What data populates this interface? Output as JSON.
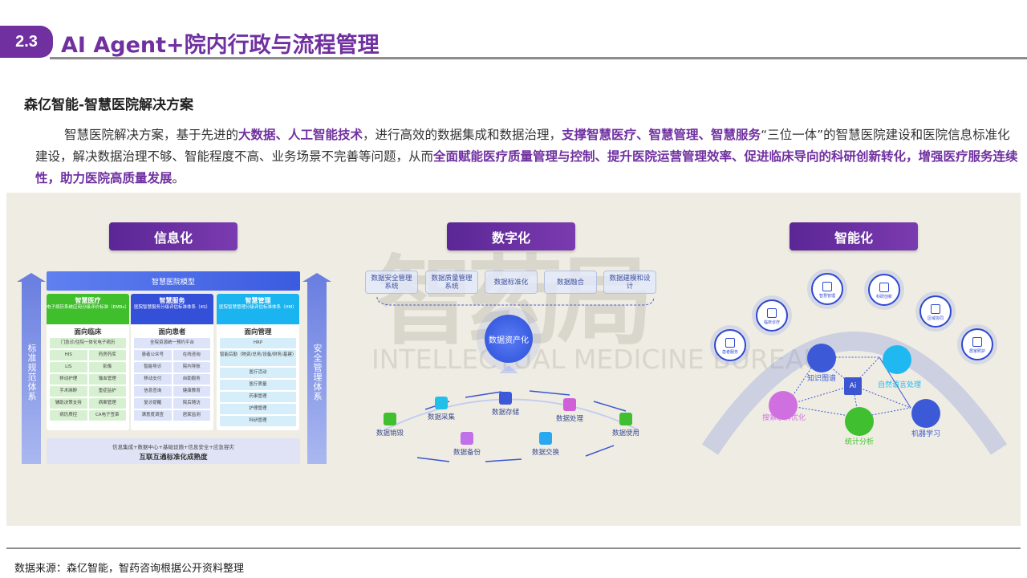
{
  "header": {
    "section_number": "2.3",
    "title": "AI Agent+院内行政与流程管理"
  },
  "subtitle": "森亿智能-智慧医院解决方案",
  "paragraph": [
    {
      "text": "智慧医院解决方案，基于先进的",
      "bold": false
    },
    {
      "text": "大数据、人工智能技术",
      "bold": true
    },
    {
      "text": "，进行高效的数据集成和数据治理，",
      "bold": false
    },
    {
      "text": "支撑智慧医疗、智慧管理、智慧服务",
      "bold": true
    },
    {
      "text": "“三位一体”的智慧医院建设和医院信息标准化建设，解决数据治理不够、智能程度不高、业务场景不完善等问题，从而",
      "bold": false
    },
    {
      "text": "全面赋能医疗质量管理与控制、提升医院运营管理效率、促进临床导向的科研创新转化，增强医疗服务连续性，助力医院高质量发展",
      "bold": true
    },
    {
      "text": "。",
      "bold": false
    }
  ],
  "watermark": {
    "logo_text": "智药局",
    "text": "INTELLECTUAL MEDICINE BUREAU"
  },
  "sections": {
    "left": "信息化",
    "middle": "数字化",
    "right": "智能化"
  },
  "left": {
    "arrow_left": "标准规范体系",
    "arrow_right": "安全管理体系",
    "model": "智慧医院模型",
    "columns": [
      {
        "title": "智慧医疗",
        "desc": "电子病历系统应用分级评价标准（EMRs）",
        "facing": "面向临床",
        "color": "#3fbf2c",
        "cell_bg": "#d8f0d2",
        "cells": [
          "门急诊/住院一体化电子病历",
          "HIS",
          "药房药库",
          "LIS",
          "影像",
          "移动护理",
          "输血管理",
          "手术麻醉",
          "重症监护",
          "辅助决策支持",
          "病案管理",
          "病历质控",
          "CA电子签章"
        ]
      },
      {
        "title": "智慧服务",
        "desc": "医院智慧服务分级评估标准体系（4S）",
        "facing": "面向患者",
        "color": "#3550d8",
        "cell_bg": "#dde3f8",
        "cells": [
          "全院资源统一预约平台",
          "患者公众号",
          "在线咨询",
          "智能导诊",
          "院内导航",
          "移动支付",
          "自助服务",
          "信息查询",
          "健康教育",
          "复诊提醒",
          "院后随访",
          "满意度调查",
          "居家监测"
        ]
      },
      {
        "title": "智慧管理",
        "desc": "医院智慧管理分级评估标准体系（HM）",
        "facing": "面向管理",
        "color": "#1ab4f0",
        "cell_bg": "#d6eef9",
        "cells": [
          "HRP",
          "智能后勤（物资/总务/设备/财务/基建）",
          "医疗活动",
          "医疗质量",
          "药事管理",
          "护理管理",
          "科研管理"
        ]
      }
    ],
    "bottom": {
      "line1": "信息集成+数据中心+基础设施+信息安全+应急容灾",
      "line2": "互联互通标准化成熟度"
    }
  },
  "middle": {
    "boxes": [
      "数据安全管理系统",
      "数据质量管理系统",
      "数据标准化",
      "数据融合",
      "数据建模和设计"
    ],
    "core": "数据资产化",
    "flow": [
      {
        "label": "数据采集",
        "color": "#20c0e8"
      },
      {
        "label": "数据存储",
        "color": "#3c5ad8"
      },
      {
        "label": "数据处理",
        "color": "#d060d8"
      },
      {
        "label": "数据使用",
        "color": "#40c030"
      },
      {
        "label": "数据交换",
        "color": "#28a8f0"
      },
      {
        "label": "数据备份",
        "color": "#c070e8"
      },
      {
        "label": "数据销毁",
        "color": "#40c030"
      }
    ]
  },
  "right": {
    "arc_nodes": [
      "患者服务",
      "临床诊疗",
      "智慧管理",
      "科研创新",
      "区域协同",
      "居家照护"
    ],
    "center": "Ai",
    "capabilities": [
      {
        "label": "知识图谱",
        "color": "#3c5ad8"
      },
      {
        "label": "自然语言处理",
        "color": "#20b8f0"
      },
      {
        "label": "搜索求解优化",
        "color": "#d070e0"
      },
      {
        "label": "统计分析",
        "color": "#40c030"
      },
      {
        "label": "机器学习",
        "color": "#3c5ad8"
      }
    ]
  },
  "footer": "数据来源：森亿智能，智药咨询根据公开资料整理"
}
